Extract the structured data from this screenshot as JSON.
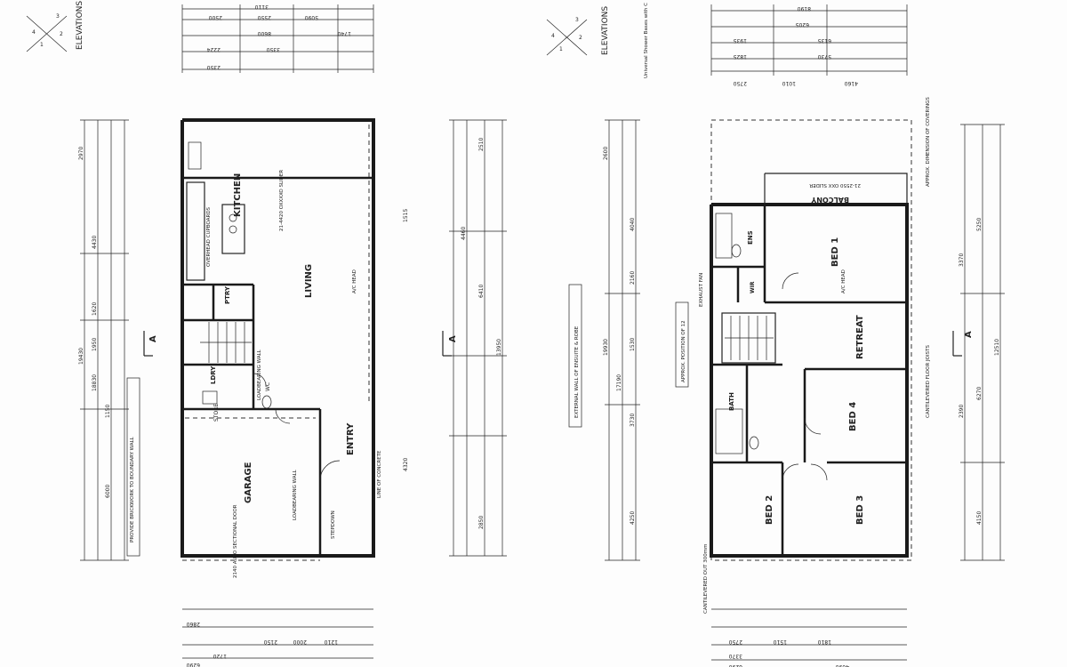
{
  "ground": {
    "elevations": "ELEVATIONS",
    "compass": [
      "4",
      "3",
      "1",
      "2"
    ],
    "rooms": {
      "kitchen": "KITCHEN",
      "living": "LIVING",
      "garage": "GARAGE",
      "entry": "ENTRY",
      "ptry": "PTRY",
      "ldry": "LDRY",
      "store": "STORE",
      "wc": "WC"
    },
    "section_marker": "A",
    "notes": {
      "loadbearing": "LOADBEARING WALL",
      "loadbearing2": "LOADBEARING WALL",
      "garage_door": "2140 AUTO SECTIONAL DOOR",
      "slider": "21-4420 OXXXXO SLIDER",
      "concrete": "LINE OF CONCRETE",
      "stepdown": "STEPDOWN",
      "kitchen_note": "OVERHEAD CUPBOARDS",
      "brickwork": "PROVIDE BRICKWORK TO BOUNDARY WALL",
      "ac_head": "A/C HEAD"
    },
    "dims_top": [
      "3110",
      "2500",
      "2550",
      "1740",
      "3350",
      "8600",
      "2350",
      "2224",
      "5090"
    ],
    "dims_left": [
      "19430",
      "18830",
      "4430",
      "6000",
      "2970",
      "1620",
      "1950",
      "1150"
    ],
    "dims_right": [
      "13950",
      "6410",
      "4460",
      "2510",
      "1515",
      "4320",
      "2850"
    ],
    "dims_bottom": [
      "6290",
      "2860",
      "2150",
      "1720",
      "2000",
      "1210"
    ]
  },
  "upper": {
    "elevations": "ELEVATIONS",
    "compass": [
      "4",
      "3",
      "1",
      "2"
    ],
    "rooms": {
      "bed1": "BED 1",
      "bed2": "BED 2",
      "bed3": "BED 3",
      "bed4": "BED 4",
      "retreat": "RETREAT",
      "bath": "BATH",
      "ens": "ENS",
      "balcony": "BALCONY",
      "wir": "WIR"
    },
    "section_marker": "A",
    "notes": {
      "external_wall": "EXTERNAL WALL OF ENSUITE & ROBE",
      "approx_position": "APPROX. POSITION OF 12",
      "cantilevered": "CANTILEVERED FLOOR JOISTS",
      "universal_shower": "Universal Shower Bases with C",
      "approx_dims": "APPROX. DIMENSION OF COVERINGS",
      "exhaust": "EXHAUST FAN",
      "ac_head": "A/C HEAD",
      "cantilevered_out": "CANTILEVERED OUT 300mm",
      "balcony_door": "21-2550 OXX SLIDER"
    },
    "dims_top": [
      "8190",
      "6205",
      "1935",
      "6135",
      "1825",
      "5730",
      "4160",
      "2750",
      "1010"
    ],
    "dims_left": [
      "19930",
      "17190",
      "4040",
      "2160",
      "3730",
      "4250",
      "2600",
      "1530"
    ],
    "dims_right": [
      "12510",
      "5250",
      "6270",
      "4150",
      "3370",
      "2390"
    ],
    "dims_bottom": [
      "6290",
      "4090",
      "3370",
      "2750",
      "1510",
      "1810"
    ]
  }
}
